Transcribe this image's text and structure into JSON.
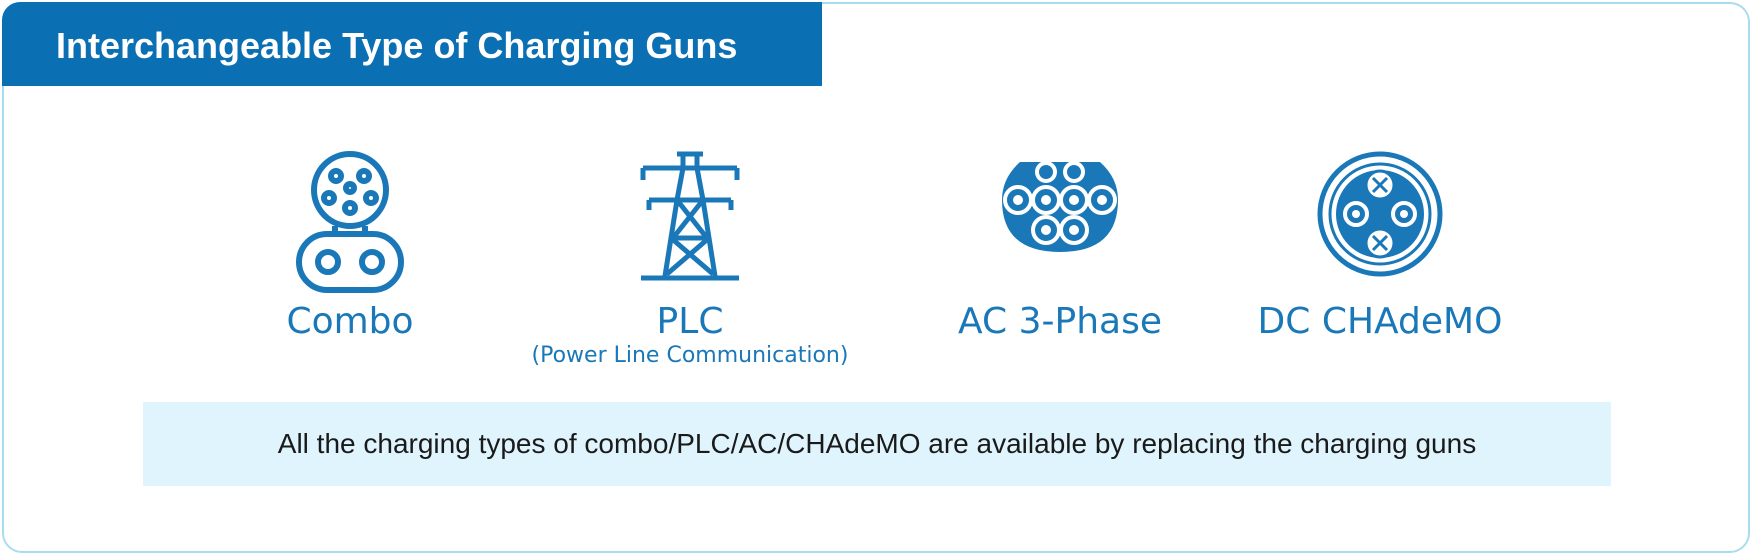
{
  "header": {
    "title": "Interchangeable Type of Charging Guns"
  },
  "types": [
    {
      "label": "Combo",
      "sublabel": "",
      "icon": "combo-connector-icon"
    },
    {
      "label": "PLC",
      "sublabel": "(Power Line Communication)",
      "icon": "power-tower-icon"
    },
    {
      "label": "AC 3-Phase",
      "sublabel": "",
      "icon": "ac-3-phase-connector-icon"
    },
    {
      "label": "DC CHAdeMO",
      "sublabel": "",
      "icon": "chademo-connector-icon"
    }
  ],
  "note": {
    "text": "All the charging types of combo/PLC/AC/CHAdeMO are available by replacing the charging guns"
  },
  "colors": {
    "brand_blue": "#0b6fb3",
    "icon_blue": "#1a78b8",
    "border": "#a9dcef",
    "note_bg": "#dff4fd"
  }
}
